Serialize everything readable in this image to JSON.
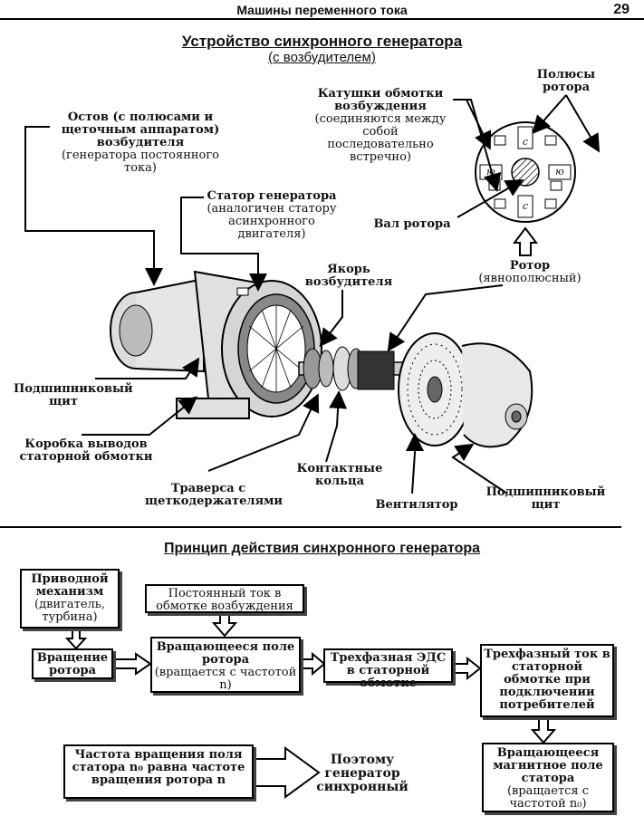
{
  "header": {
    "title": "Машины переменного тока",
    "page": "29"
  },
  "section1": {
    "title": "Устройство синхронного генератора",
    "subtitle": "(с возбудителем)"
  },
  "labels": {
    "frame": {
      "bold": "Остов (с полюсами и щеточным аппаратом) возбудителя",
      "normal": "(генератора постоянного тока)"
    },
    "stator": {
      "bold": "Статор генератора",
      "normal": "(аналогичен статору асинхронного двигателя)"
    },
    "coils": {
      "bold": "Катушки обмотки возбуждения",
      "normal": "(соединяются между собой последовательно встречно)"
    },
    "poles": {
      "bold": "Полюсы ротора"
    },
    "shaft": {
      "bold": "Вал ротора"
    },
    "rotor": {
      "bold": "Ротор",
      "normal": "(явнополюсный)"
    },
    "armature": {
      "bold": "Якорь возбудителя"
    },
    "shield_left": {
      "bold": "Подшипниковый щит"
    },
    "terminal_box": {
      "bold": "Коробка выводов статорной обмотки"
    },
    "traverse": {
      "bold": "Траверса с щеткодержателями"
    },
    "rings": {
      "bold": "Контактные кольца"
    },
    "fan": {
      "bold": "Вентилятор"
    },
    "shield_right": {
      "bold": "Подшипниковый щит"
    }
  },
  "pole_letters": {
    "n": "с",
    "s": "ю"
  },
  "section2": {
    "title": "Принцип действия синхронного генератора"
  },
  "flow": {
    "drive": {
      "bold": "Приводной механизм",
      "normal": "(двигатель, турбина)"
    },
    "dc": {
      "normal": "Постоянный ток в обмотке возбуждения"
    },
    "rotation": {
      "bold": "Вращение ротора"
    },
    "field": {
      "bold": "Вращающееся поле ротора",
      "normal": "(вращается с частотой n)"
    },
    "emf": {
      "bold": "Трехфазная ЭДС в статорной обмотке"
    },
    "current": {
      "bold": "Трехфазный ток в статорной обмотке при подключении потребителей"
    },
    "stator_field": {
      "bold": "Вращающееся магнитное поле статора",
      "normal": "(вращается с частотой n₀)"
    },
    "frequency": {
      "bold": "Частота вращения поля статора n₀ равна частоте вращения ротора n"
    },
    "conclusion": {
      "bold": "Поэтому генератор синхронный"
    }
  }
}
